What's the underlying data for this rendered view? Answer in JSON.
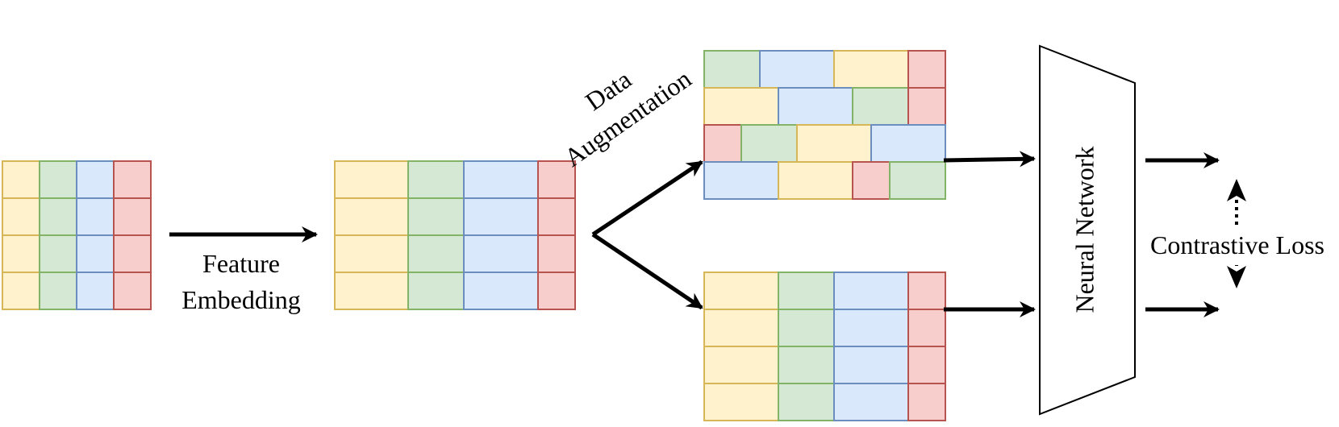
{
  "labels": {
    "feature_embedding_line1": "Feature",
    "feature_embedding_line2": "Embedding",
    "data_augmentation_line1": "Data",
    "data_augmentation_line2": "Augmentation",
    "neural_network": "Neural Network",
    "contrastive_loss": "Contrastive Loss"
  },
  "colors": {
    "yellow_fill": "#fff2cc",
    "yellow_stroke": "#d6b656",
    "green_fill": "#d5e8d4",
    "green_stroke": "#82b366",
    "blue_fill": "#dae8fc",
    "blue_stroke": "#6c8ebf",
    "red_fill": "#f8cecc",
    "red_stroke": "#b85450",
    "arrow": "#000000"
  },
  "tables": {
    "raw_table": {
      "rows": 4,
      "columns": [
        "yellow",
        "green",
        "blue",
        "red"
      ]
    },
    "embedded_table": {
      "rows": 4,
      "columns": [
        "yellow",
        "green",
        "blue",
        "red"
      ]
    },
    "augmented_table": {
      "rows": [
        [
          "green",
          "blue",
          "yellow",
          "red"
        ],
        [
          "yellow",
          "blue",
          "green",
          "red"
        ],
        [
          "red",
          "green",
          "yellow",
          "blue"
        ],
        [
          "blue",
          "yellow",
          "red",
          "green"
        ]
      ]
    },
    "original_view_table": {
      "rows": 4,
      "columns": [
        "yellow",
        "green",
        "blue",
        "red"
      ]
    }
  }
}
